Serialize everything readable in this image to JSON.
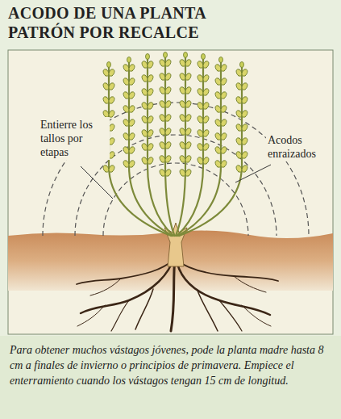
{
  "diagram": {
    "title": "ACODO DE UNA PLANTA PATRÓN POR RECALCE",
    "caption": "Para obtener muchos vástagos jóvenes, pode la planta madre hasta 8 cm a finales de invierno o principios de primavera. Empiece el enterramiento cuando los vástagos tengan 15 cm de longitud.",
    "labels": [
      "Entierre los tallos por etapas",
      "Acodos enraizados"
    ]
  }
}
